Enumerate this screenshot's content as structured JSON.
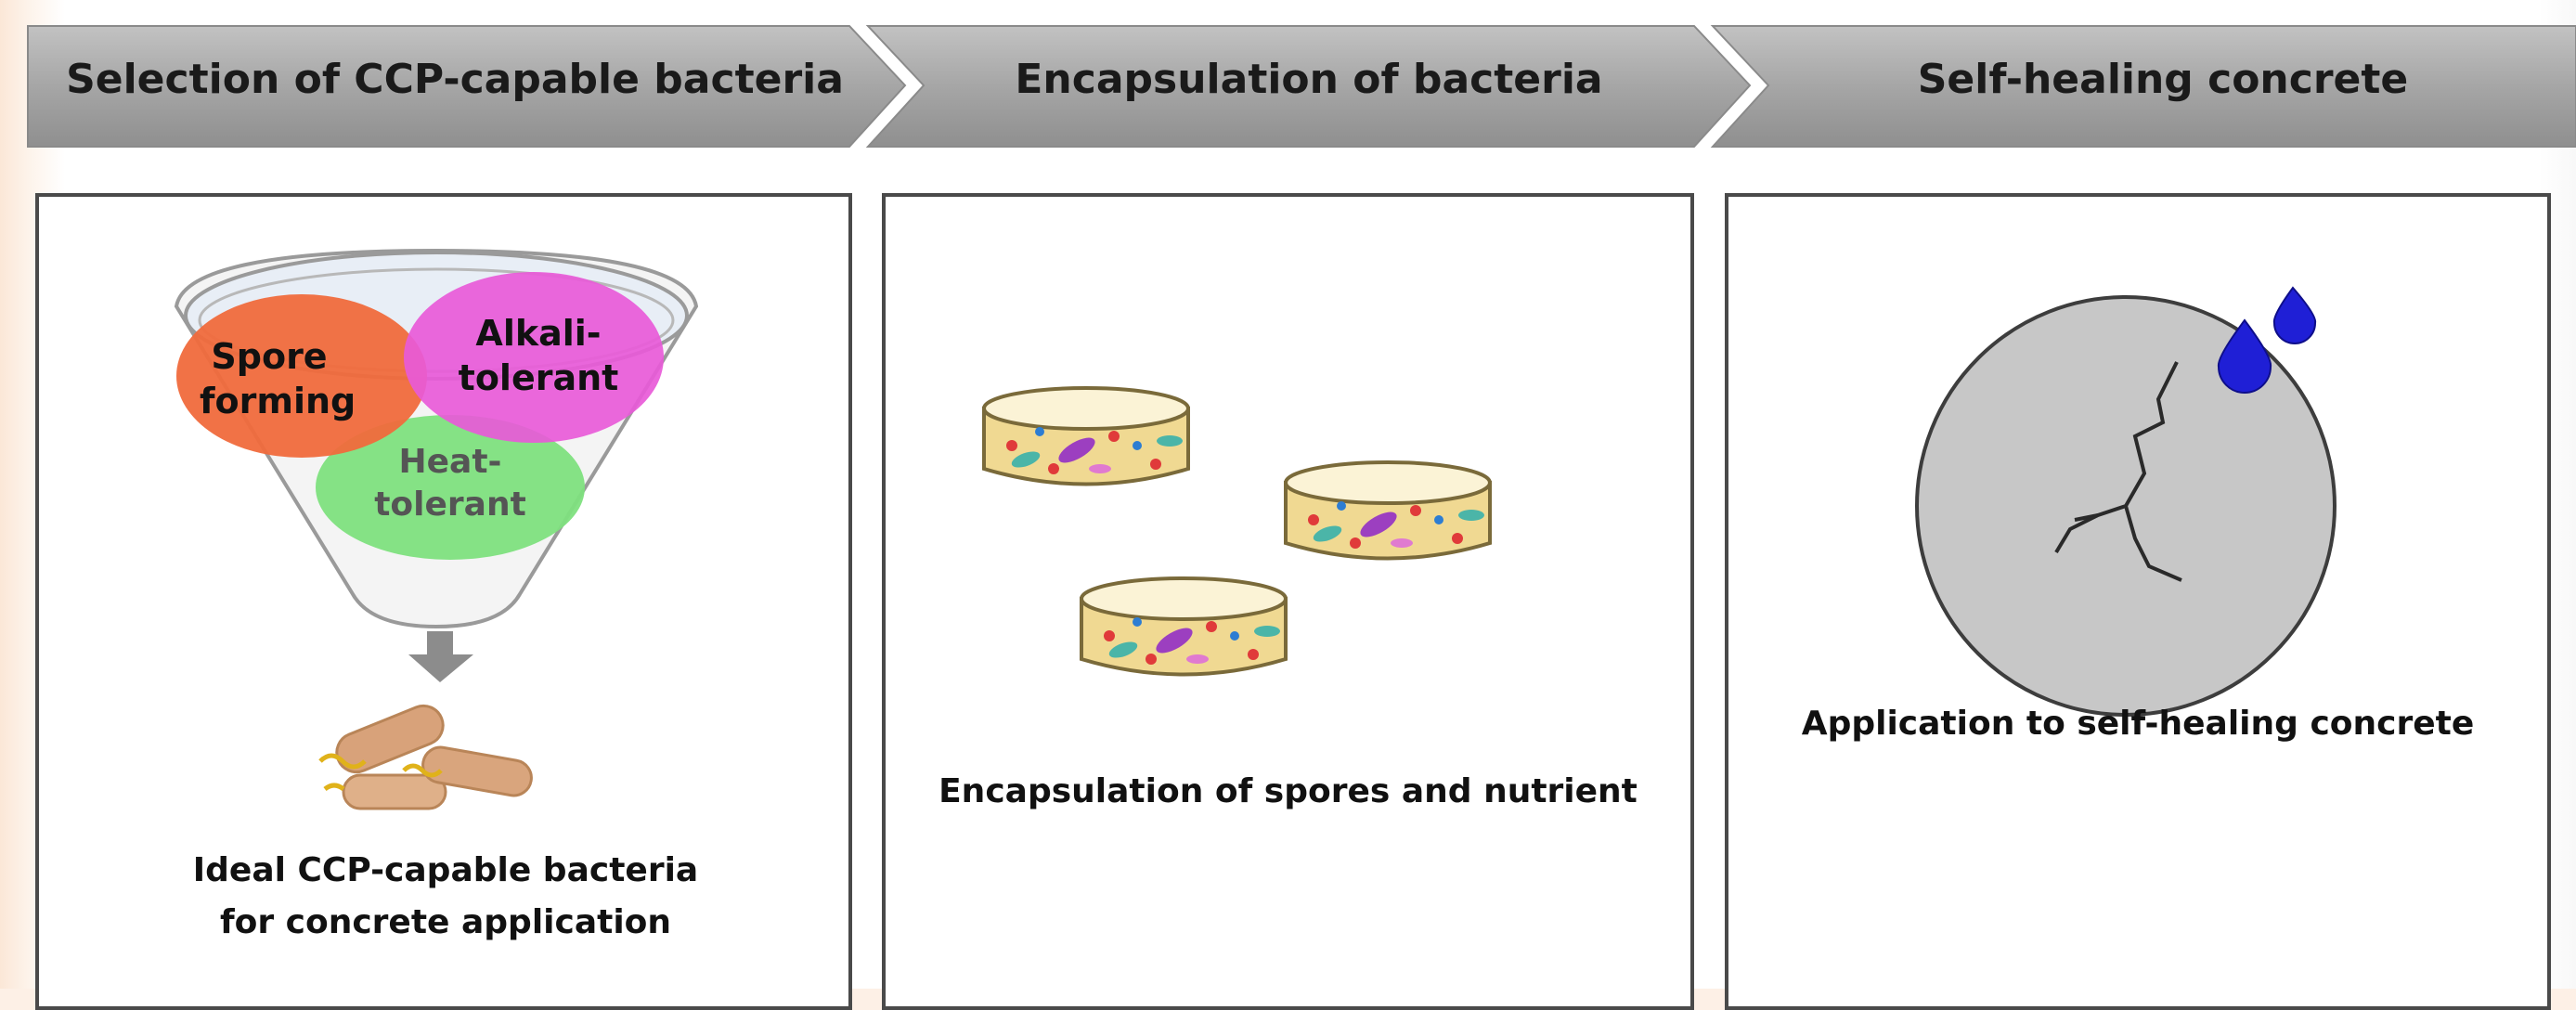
{
  "steps": [
    {
      "title": "Selection of CCP-capable bacteria"
    },
    {
      "title": "Encapsulation of bacteria"
    },
    {
      "title": "Self-healing concrete"
    }
  ],
  "panel1": {
    "funnel_circles": {
      "spore_line1": "Spore",
      "spore_line2": "forming",
      "alkali_line1": "Alkali-",
      "alkali_line2": "tolerant",
      "heat_line1": "Heat-",
      "heat_line2": "tolerant"
    },
    "caption_line1": "Ideal CCP-capable bacteria",
    "caption_line2": "for concrete application"
  },
  "panel2": {
    "caption": "Encapsulation of spores and nutrient"
  },
  "panel3": {
    "caption": "Application to self-healing concrete"
  },
  "colors": {
    "chevron": "#a9a9a9",
    "spore": "#f06a3c",
    "alkali": "#e85ad8",
    "heat": "#7ee07e",
    "water_drop": "#1f1fd6",
    "concrete": "#c7c7c7"
  }
}
